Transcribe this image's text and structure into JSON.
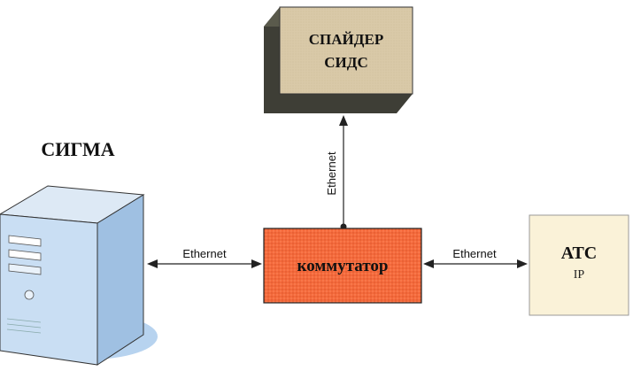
{
  "nodes": {
    "spider": {
      "line1": "СПАЙДЕР",
      "line2": "СИДС"
    },
    "sigma": {
      "label": "СИГМА"
    },
    "switch": {
      "label": "коммутатор"
    },
    "ats": {
      "line1": "АТС",
      "line2": "IP"
    }
  },
  "links": {
    "sigma_switch": "Ethernet",
    "switch_spider": "Ethernet",
    "switch_ats": "Ethernet"
  },
  "colors": {
    "spider_front": "#d9c9a8",
    "spider_side": "#4a4a40",
    "switch": "#f46a3c",
    "ats": "#faf2d8",
    "server": "#c4dcf2",
    "server_shadow": "#b7d3ef"
  }
}
